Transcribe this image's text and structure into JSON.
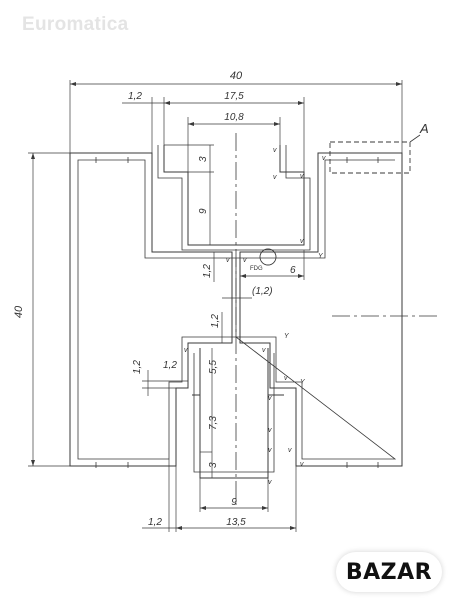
{
  "watermark": "Euromatica",
  "brand_badge": "BAZAR",
  "detail_label": "A",
  "weld_marker": "FDG",
  "dimensions": {
    "overall_width": "40",
    "overall_height": "40",
    "wall_top": "1,2",
    "top_outer_width": "17,5",
    "top_inner_width": "10,8",
    "top_flange": "3",
    "top_depth": "9",
    "neck_wall": "1,2",
    "right_offset": "6",
    "neck_gap": "(1,2)",
    "neck_wall_2": "1,2",
    "step_wall": "1,2",
    "step_height": "5,5",
    "step_upper": "1,2",
    "bottom_depth": "7,3",
    "bottom_flange": "3",
    "bottom_inner_width": "9",
    "bottom_outer_width": "13,5",
    "bottom_wall": "1,2"
  },
  "marks": {
    "v": "v",
    "y": "Y"
  }
}
